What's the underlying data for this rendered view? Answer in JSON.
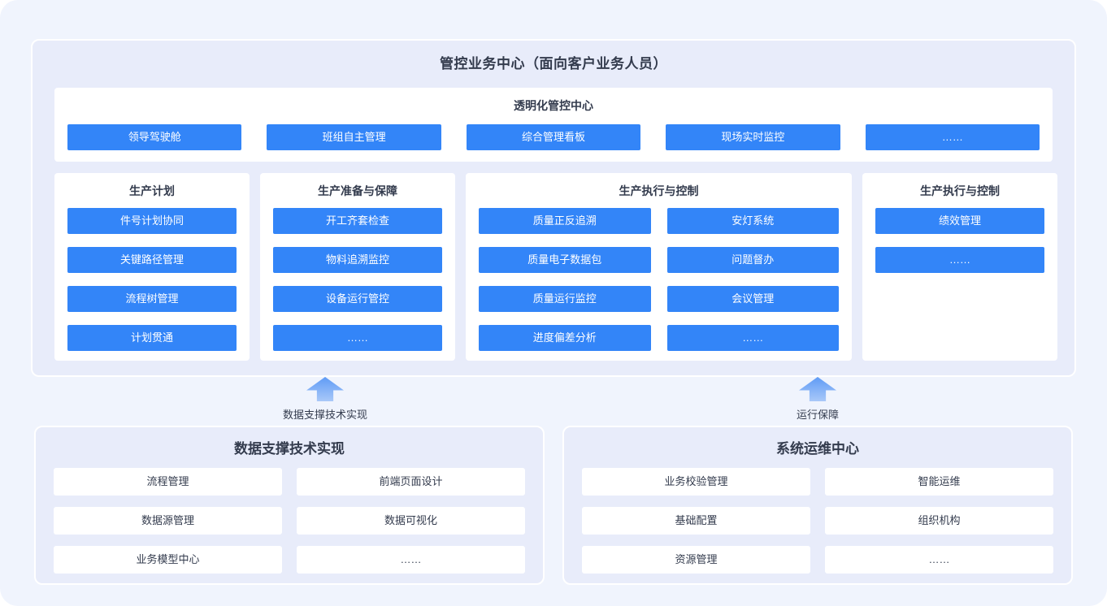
{
  "top_panel": {
    "title": "管控业务中心（面向客户业务人员）",
    "transparent_center": {
      "title": "透明化管控中心",
      "items": [
        "领导驾驶舱",
        "班组自主管理",
        "综合管理看板",
        "现场实时监控",
        "……"
      ]
    },
    "columns": [
      {
        "title": "生产计划",
        "layout": "single",
        "items": [
          "件号计划协同",
          "关键路径管理",
          "流程树管理",
          "计划贯通"
        ]
      },
      {
        "title": "生产准备与保障",
        "layout": "single",
        "items": [
          "开工齐套检查",
          "物料追溯监控",
          "设备运行管控",
          "……"
        ]
      },
      {
        "title": "生产执行与控制",
        "layout": "dual",
        "items": [
          "质量正反追溯",
          "安灯系统",
          "质量电子数据包",
          "问题督办",
          "质量运行监控",
          "会议管理",
          "进度偏差分析",
          "……"
        ]
      },
      {
        "title": "生产执行与控制",
        "layout": "single",
        "items": [
          "绩效管理",
          "……"
        ]
      }
    ]
  },
  "arrows": [
    {
      "label": "数据支撑技术实现",
      "direction": "up"
    },
    {
      "label": "运行保障",
      "direction": "up"
    }
  ],
  "bottom_panels": [
    {
      "title": "数据支撑技术实现",
      "items": [
        "流程管理",
        "前端页面设计",
        "数据源管理",
        "数据可视化",
        "业务模型中心",
        "……"
      ]
    },
    {
      "title": "系统运维中心",
      "items": [
        "业务校验管理",
        "智能运维",
        "基础配置",
        "组织机构",
        "资源管理",
        "……"
      ]
    }
  ],
  "colors": {
    "page_background": "#f0f4fd",
    "panel_background": "#e8ecfa",
    "chip_blue": "#3385f8",
    "text_dark": "#333b4d",
    "card_white": "#ffffff",
    "arrow_gradient_start": "#5f9bf6",
    "arrow_gradient_end": "#a9c8f8"
  }
}
